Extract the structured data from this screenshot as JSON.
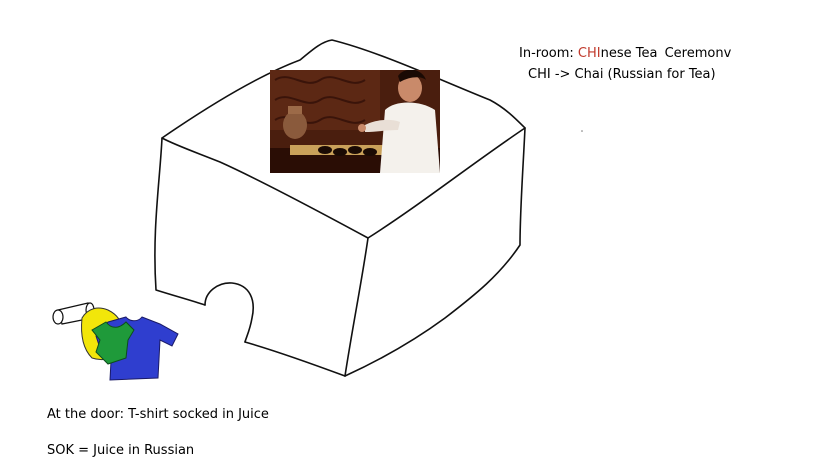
{
  "notes": {
    "line1": {
      "prefix": "In-room:",
      "highlight": "CHI",
      "rest": "nese Tea",
      "ceremony": "Ceremonv"
    },
    "line2": "CHI -> Chai (Russian for Tea)",
    "door_note": "At the door: T-shirt socked in Juice",
    "sok_note": "SOK = Juice in Russian"
  },
  "colors": {
    "sketch_line": "#111111",
    "highlight_text": "#c0392b",
    "shirt_blue": "#2f3ecf",
    "shirt_green": "#1f9a3a",
    "shirt_yellow": "#f2e60a",
    "photo_bg": "#4a1e0e"
  },
  "icons": {
    "photo": "tea-ceremony-photo",
    "shirt": "t-shirt-icon",
    "juice_can": "juice-can-icon"
  }
}
